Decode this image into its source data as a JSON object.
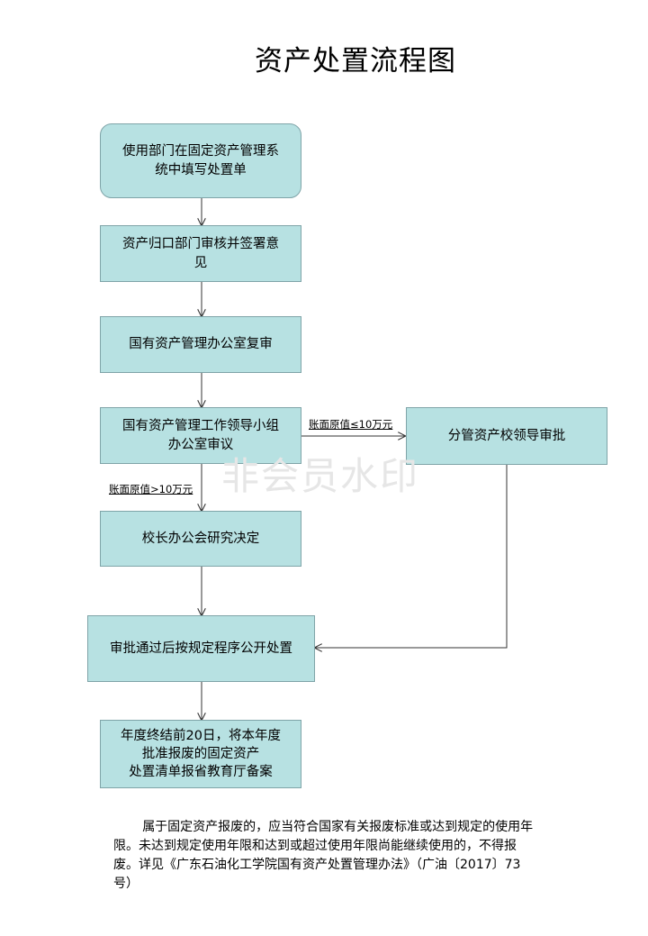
{
  "title": "资产处置流程图",
  "nodes": {
    "fill_form": "使用部门在固定资产管理系\n统中填写处置单",
    "dept_review": "资产归口部门审核并签署意\n见",
    "office_recheck": "国有资产管理办公室复审",
    "group_review": "国有资产管理工作领导小组\n办公室审议",
    "vp_approval": "分管资产校领导审批",
    "president_meeting": "校长办公会研究决定",
    "public_disposal": "审批通过后按规定程序公开处置",
    "year_end_report": "年度终结前20日，将本年度\n批准报废的固定资产\n处置清单报省教育厅备案"
  },
  "edge_labels": {
    "le_100k": "账面原值≤10万元",
    "gt_100k": "账面原值>10万元"
  },
  "watermark": "非会员水印",
  "note": "属于固定资产报废的，应当符合国家有关报废标准或达到规定的使用年限。未达到规定使用年限和达到或超过使用年限尚能继续使用的，不得报废。详见《广东石油化工学院国有资产处置管理办法》（广油〔2017〕73号）",
  "colors": {
    "node_fill": "#b7e1e2",
    "node_border": "#7fa4a8",
    "connector": "#333333"
  }
}
